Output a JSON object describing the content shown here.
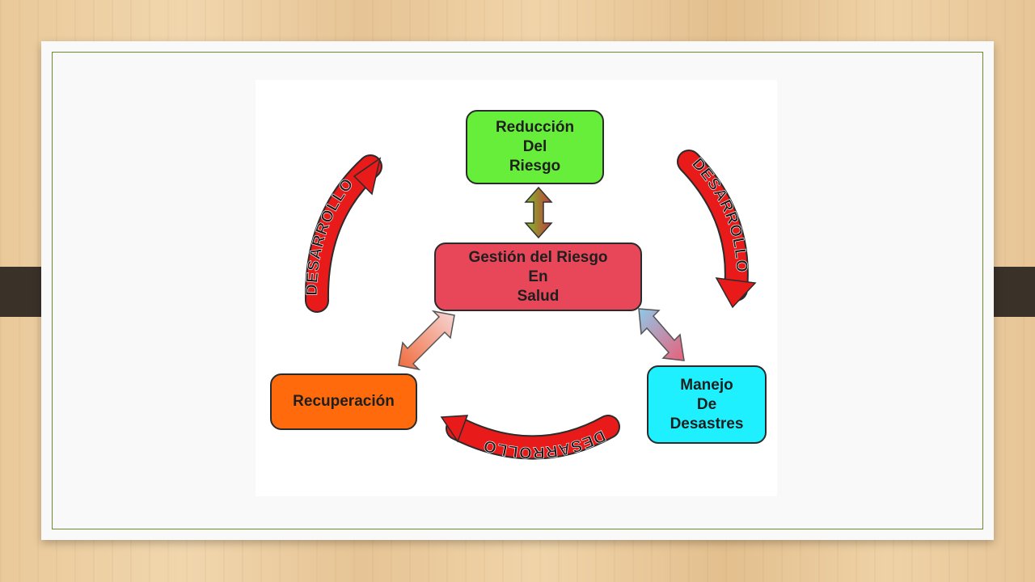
{
  "diagram": {
    "nodes": {
      "reduction": {
        "lines": [
          "Reducción",
          "Del",
          "Riesgo"
        ],
        "color": "#66ee3a"
      },
      "center": {
        "lines": [
          "Gestión del Riesgo",
          "En",
          "Salud"
        ],
        "color": "#e8475a"
      },
      "recovery": {
        "lines": [
          "Recuperación"
        ],
        "color": "#ff6a0c"
      },
      "disaster": {
        "lines": [
          "Manejo",
          "De",
          "Desastres"
        ],
        "color": "#1ef0ff"
      }
    },
    "cycle_label": "DESARROLLO",
    "cycle_arrow_color": "#e81a1a"
  }
}
